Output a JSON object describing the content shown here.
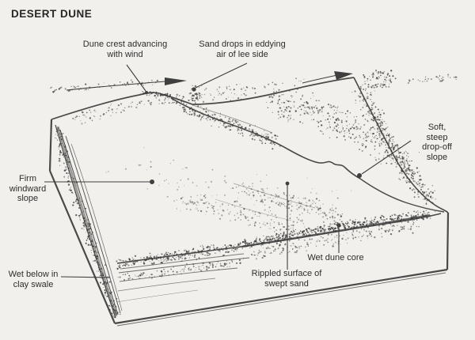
{
  "title": "DESERT DUNE",
  "colors": {
    "background": "#f1f0ec",
    "ink": "#3a3a3a",
    "label_text": "#2d2d2d"
  },
  "icons": {
    "wind_arrow_left": "wind-flow-arrow-right",
    "wind_arrow_right": "wind-flow-arrow-right"
  },
  "annotations": {
    "dune_crest": "Dune crest advancing\nwith wind",
    "sand_drops": "Sand drops in eddying\nair of lee side",
    "dropoff": "Soft, steep\ndrop-off slope",
    "windward": "Firm\nwindward\nslope",
    "wet_below": "Wet below in\nclay swale",
    "rippled": "Rippled surface of\nswept sand",
    "wet_core": "Wet dune core"
  }
}
